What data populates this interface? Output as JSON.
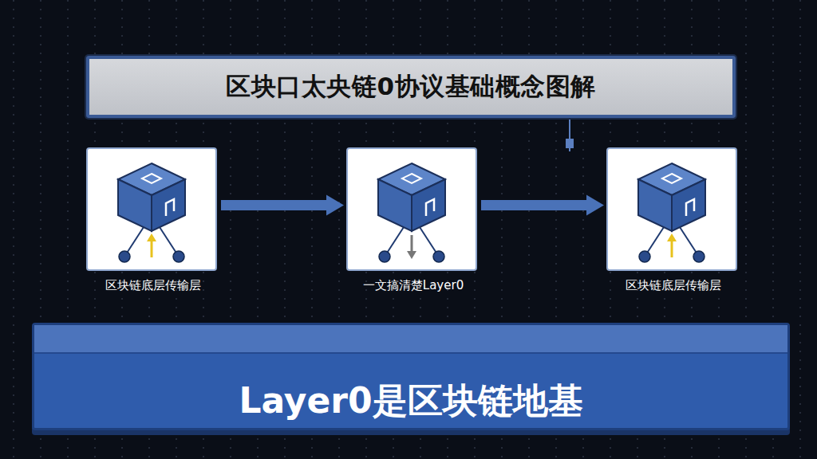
{
  "diagram": {
    "nodes": [
      {
        "text": [
          "区块口太央链0协议基础概念图解"
        ]
      },
      {
        "text": [
          "区块链底层传输层"
        ]
      },
      {
        "text": [
          "一文搞清楚Layer0"
        ]
      },
      {
        "text": [
          "区块链底层传输层"
        ]
      },
      {
        "text": [
          "Layer0是区块链地基"
        ]
      }
    ],
    "edges": [
      {
        "from": 1,
        "to": 2,
        "arrow": "to"
      },
      {
        "from": 2,
        "to": 3,
        "arrow": "to"
      }
    ]
  }
}
